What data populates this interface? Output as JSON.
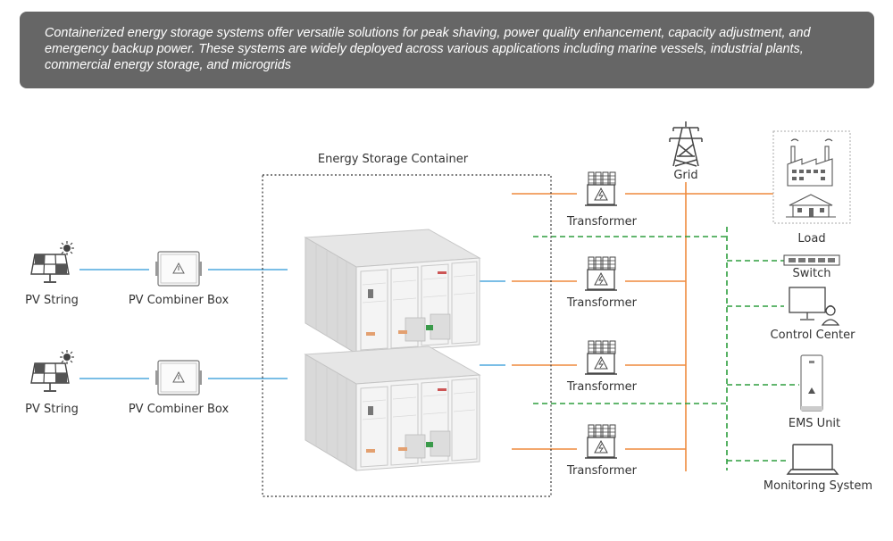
{
  "description": "Containerized energy storage systems offer versatile solutions for peak shaving, power quality enhancement, capacity adjustment, and emergency backup power. These systems are widely deployed across various applications including marine vessels, industrial plants, commercial energy storage, and microgrids",
  "labels": {
    "container": "Energy Storage Container",
    "pv_string_1": "PV String",
    "pv_string_2": "PV String",
    "combiner_1": "PV Combiner Box",
    "combiner_2": "PV Combiner Box",
    "transformer_1": "Transformer",
    "transformer_2": "Transformer",
    "transformer_3": "Transformer",
    "transformer_4": "Transformer",
    "grid": "Grid",
    "load": "Load",
    "switch": "Switch",
    "control_center": "Control Center",
    "ems_unit": "EMS Unit",
    "monitoring_system": "Monitoring System"
  },
  "colors": {
    "dc_line": "#4fa9dd",
    "ac_line": "#ef8a3d",
    "comm_line": "#2e9e3e",
    "banner_bg": "#666666"
  },
  "icons": [
    "solar-panel-icon",
    "combiner-box-icon",
    "battery-container-icon",
    "transformer-icon",
    "transmission-tower-icon",
    "factory-icon",
    "house-icon",
    "network-switch-icon",
    "operator-monitor-icon",
    "ems-cabinet-icon",
    "laptop-icon"
  ]
}
